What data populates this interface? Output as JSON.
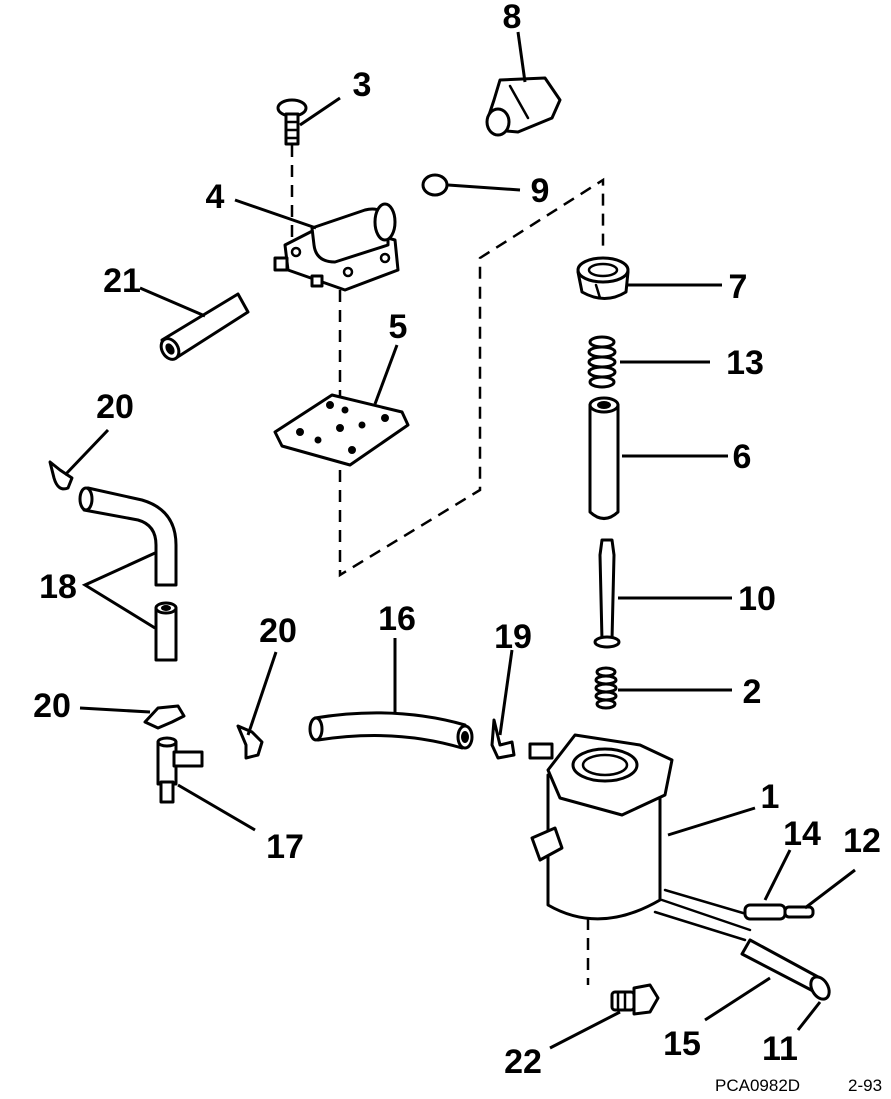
{
  "callouts": {
    "c1": "1",
    "c2": "2",
    "c3": "3",
    "c4": "4",
    "c5": "5",
    "c6": "6",
    "c7": "7",
    "c8": "8",
    "c9": "9",
    "c10": "10",
    "c11": "11",
    "c12": "12",
    "c13": "13",
    "c14": "14",
    "c15": "15",
    "c16": "16",
    "c17": "17",
    "c18": "18",
    "c19": "19",
    "c20a": "20",
    "c20b": "20",
    "c20c": "20",
    "c21": "21",
    "c22": "22"
  },
  "footer": {
    "code": "PCA0982D",
    "date": "2-93"
  }
}
